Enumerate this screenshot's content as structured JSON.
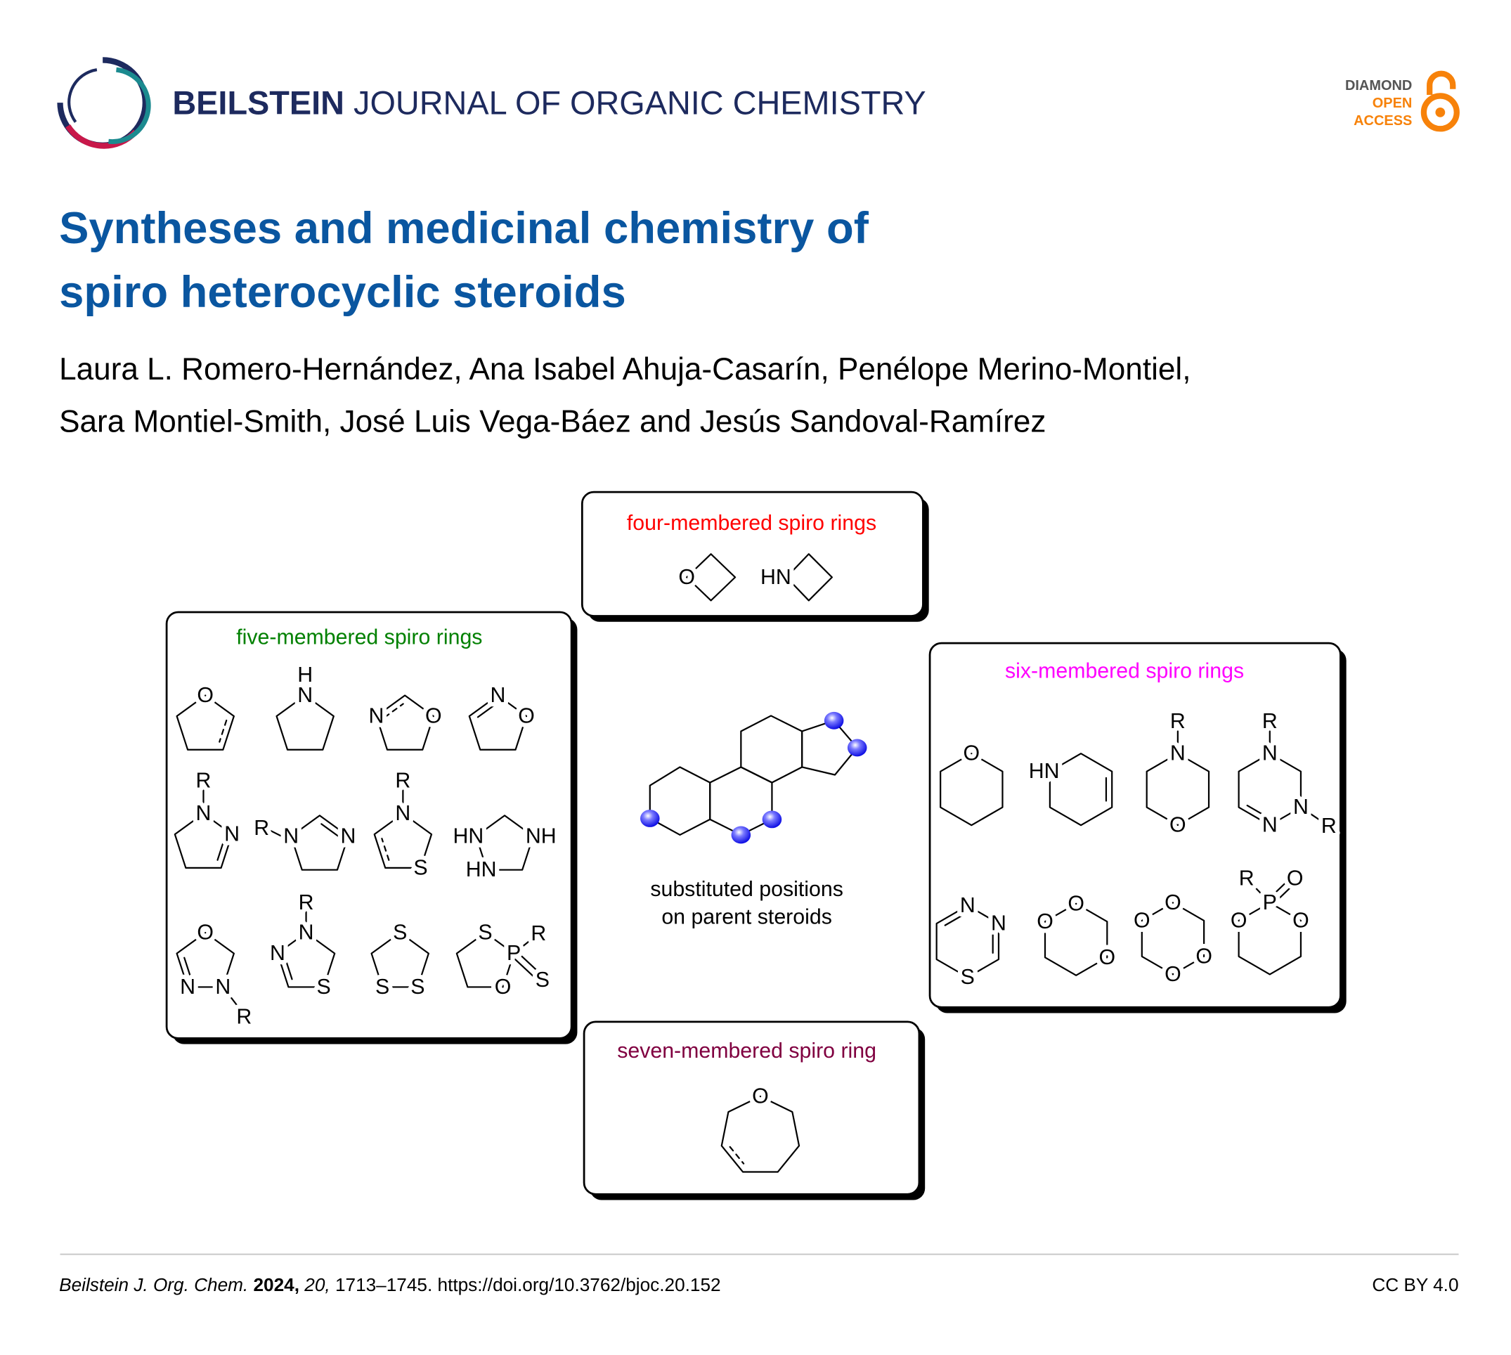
{
  "header": {
    "journal_bold": "BEILSTEIN",
    "journal_rest": " JOURNAL OF ORGANIC CHEMISTRY",
    "badge": {
      "line1": "DIAMOND",
      "line2": "OPEN",
      "line3": "ACCESS"
    },
    "colors": {
      "navy": "#1d2a5e",
      "orange": "#f7820a",
      "crimson": "#c8184a",
      "teal": "#1b8a8f"
    }
  },
  "article": {
    "title_lines": [
      "Syntheses and medicinal chemistry of",
      "spiro heterocyclic steroids"
    ],
    "author_lines": [
      "Laura L. Romero-Hernández, Ana Isabel Ahuja-Casarín, Penélope Merino-Montiel,",
      "Sara Montiel-Smith, José Luis Vega-Báez and Jesús Sandoval-Ramírez"
    ],
    "title_color": "#0a56a0"
  },
  "figure": {
    "four": {
      "title": "four-membered spiro rings",
      "color": "#ff0000",
      "structures": [
        [
          "O"
        ],
        [
          "HN"
        ]
      ]
    },
    "five": {
      "title": "five-membered spiro rings",
      "color": "#008000",
      "structures": [
        [
          "O"
        ],
        [
          "H",
          "N"
        ],
        [
          "N",
          "O"
        ],
        [
          "N",
          "O"
        ],
        [
          "R",
          "N",
          "N"
        ],
        [
          "R",
          "N",
          "N"
        ],
        [
          "R",
          "N",
          "S"
        ],
        [
          "HN",
          "NH",
          "HN"
        ],
        [
          "O",
          "N",
          "N",
          "R"
        ],
        [
          "R",
          "N",
          "N",
          "S"
        ],
        [
          "S",
          "S",
          "S"
        ],
        [
          "S",
          "R",
          "P",
          "S",
          "O"
        ]
      ]
    },
    "six": {
      "title": "six-membered spiro rings",
      "color": "#ff00ff",
      "structures": [
        [
          "O"
        ],
        [
          "HN"
        ],
        [
          "R",
          "N",
          "O"
        ],
        [
          "R",
          "N",
          "N",
          "N",
          "R"
        ],
        [
          "N",
          "N",
          "S"
        ],
        [
          "O",
          "O",
          "O"
        ],
        [
          "O",
          "O",
          "O",
          "O"
        ],
        [
          "P",
          "O",
          "O",
          "R",
          "O"
        ]
      ]
    },
    "seven": {
      "title": "seven-membered spiro ring",
      "color": "#800040",
      "structures": [
        [
          "O"
        ]
      ]
    },
    "steroid_caption": [
      "substituted positions",
      "on parent steroids"
    ],
    "ball_color": "#1010ff"
  },
  "footer": {
    "journal": "Beilstein J. Org. Chem.",
    "year": "2024,",
    "volume": "20,",
    "pages": "1713–1745.",
    "doi": "https://doi.org/10.3762/bjoc.20.152",
    "license": "CC BY 4.0"
  }
}
